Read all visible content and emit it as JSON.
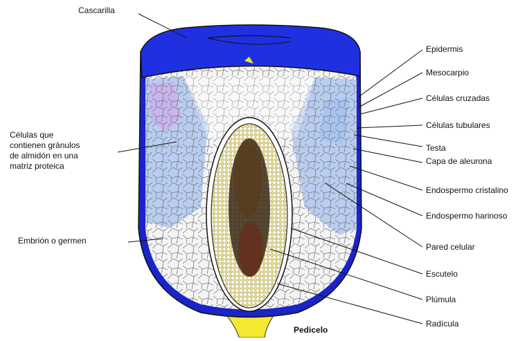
{
  "labels": {
    "cascarilla": "Cascarilla",
    "celulas_almidon_1": "Células que",
    "celulas_almidon_2": "contienen gránulos",
    "celulas_almidon_3": "de almidón en una",
    "celulas_almidon_4": "matriz proteica",
    "embrion": "Embrión o germen",
    "pedicelo": "Pedicelo",
    "epidermis": "Epidermis",
    "mesocarpio": "Mesocarpio",
    "celulas_cruzadas": "Células cruzadas",
    "celulas_tubulares": "Células tubulares",
    "testa": "Testa",
    "capa_aleurona": "Capa de aleurona",
    "endospermo_cristalino": "Endospermo cristalino",
    "endospermo_harinoso": "Endospermo harinoso",
    "pared_celular": "Pared celular",
    "escutelo": "Escutelo",
    "plumula": "Plúmula",
    "radicula": "Radícula"
  },
  "colors": {
    "pericarp": "#1a24c8",
    "cap": "#1f30e0",
    "floury": "#f4f4f4",
    "horny": "#b8cdf0",
    "horny_violet": "#c8b4ee",
    "germ": "#d8cd6a",
    "germ_dark": "#3a2a1a",
    "pedicel": "#f5e830"
  }
}
